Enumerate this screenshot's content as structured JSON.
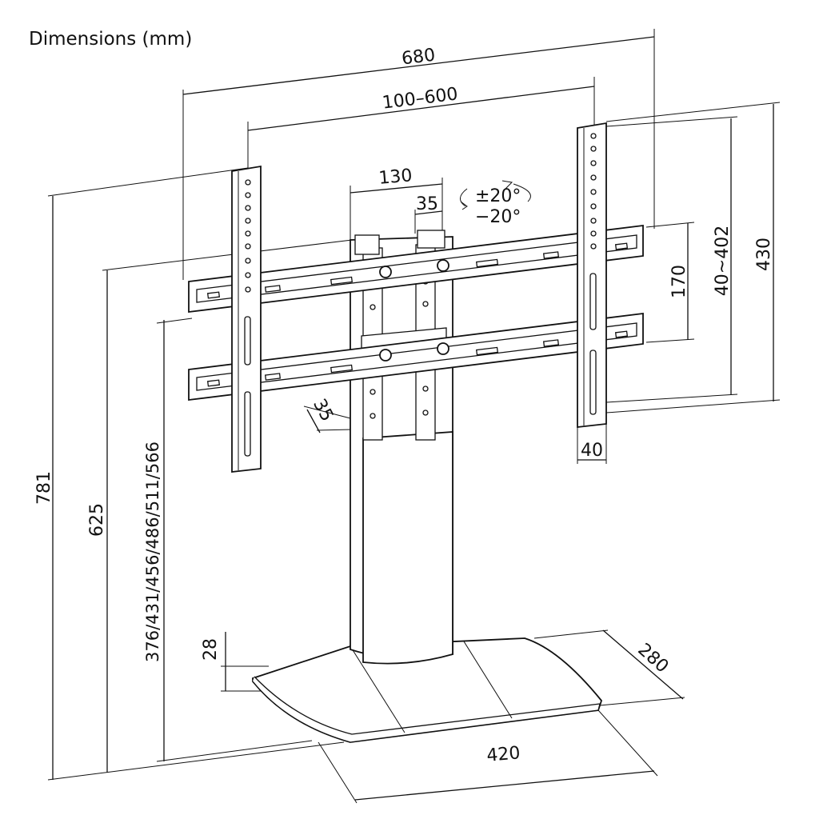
{
  "title": "Dimensions (mm)",
  "dimensions": {
    "overall_width": "680",
    "vesa_width": "100–600",
    "column_width": "130",
    "column_depth": "35",
    "tilt": "±20°",
    "tilt_back": "−20°",
    "bracket_spacing": "170",
    "vesa_height": "40~402",
    "arm_length": "430",
    "arm_width": "40",
    "plate_offset": "35",
    "overall_height": "781",
    "max_mount_height": "625",
    "height_positions": "376/431/456/486/511/566",
    "base_thickness": "28",
    "base_depth": "280",
    "base_width": "420"
  }
}
